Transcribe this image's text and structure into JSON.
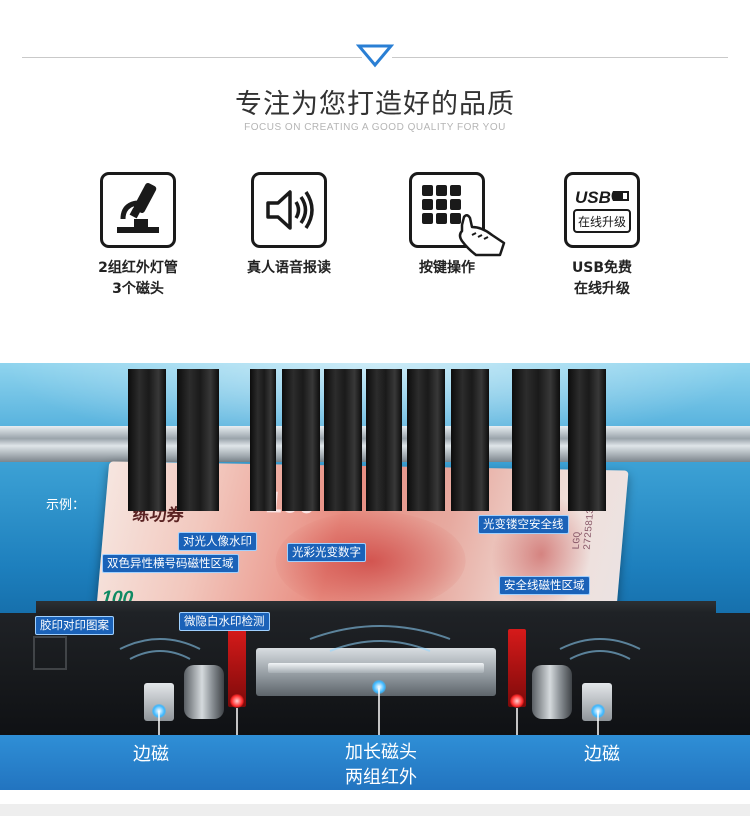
{
  "header": {
    "title": "专注为您打造好的品质",
    "subtitle": "FOCUS ON CREATING A GOOD QUALITY FOR YOU",
    "accent_color": "#2a7fd4"
  },
  "features": [
    {
      "icon": "microscope-icon",
      "line1": "2组红外灯管",
      "line2": "3个磁头"
    },
    {
      "icon": "speaker-icon",
      "line1": "真人语音报读",
      "line2": ""
    },
    {
      "icon": "keypad-hand-icon",
      "line1": "按键操作",
      "line2": ""
    },
    {
      "icon": "usb-upgrade-icon",
      "icon_text_top": "USB",
      "icon_text_bottom": "在线升级",
      "line1": "USB免费",
      "line2": "在线升级"
    }
  ],
  "photo": {
    "example_label": "示例：",
    "note": {
      "title": "练功券",
      "serial": "LGQ  27258137",
      "serial_vertical": "LGQ 27258137",
      "denomination": "100",
      "top_number": "100"
    },
    "callouts": {
      "portrait_watermark": "对光人像水印",
      "two_color_magnetic": "双色异性横号码磁性区域",
      "color_shift_digit": "光彩光变数字",
      "colorshift_thread": "光变镂空安全线",
      "security_thread_magnetic": "安全线磁性区域",
      "offset_print": "胶印对印图案",
      "micro_white_watermark": "微隐白水印检测"
    },
    "bottom_labels": {
      "side_magnet_left": "边磁",
      "long_magnet_head": "加长磁头",
      "side_magnet_right": "边磁",
      "two_ir_groups": "两组红外"
    }
  }
}
